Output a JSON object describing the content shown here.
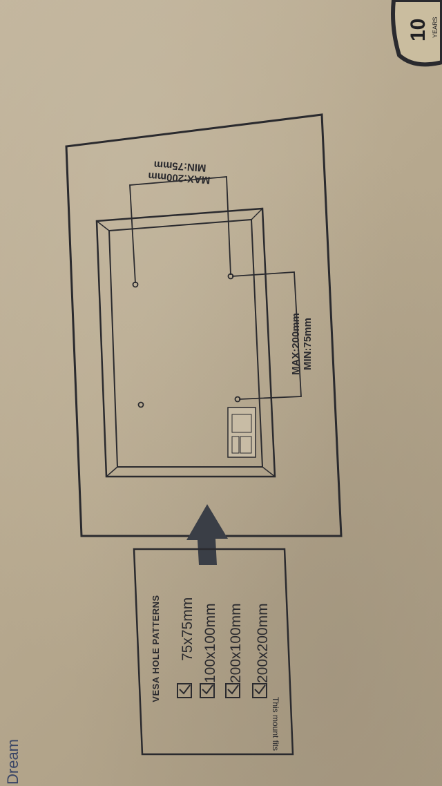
{
  "brand": {
    "text": "Dream"
  },
  "badge": {
    "number": "10",
    "unit": "YEARS"
  },
  "diagram": {
    "horizontal_dim": {
      "max": "MAX:200mm",
      "min": "MIN:75mm"
    },
    "vertical_dim": {
      "max": "MAX:200mm",
      "min": "MIN:75mm"
    }
  },
  "vesa": {
    "title": "VESA HOLE PATTERNS",
    "fits_label": "This mount fits",
    "check_mark": "☑",
    "patterns": [
      "75x75mm",
      "100x100mm",
      "200x100mm",
      "200x200mm"
    ]
  },
  "colors": {
    "ink": "#2a2a2e",
    "cardboard": "#b9ab92"
  }
}
